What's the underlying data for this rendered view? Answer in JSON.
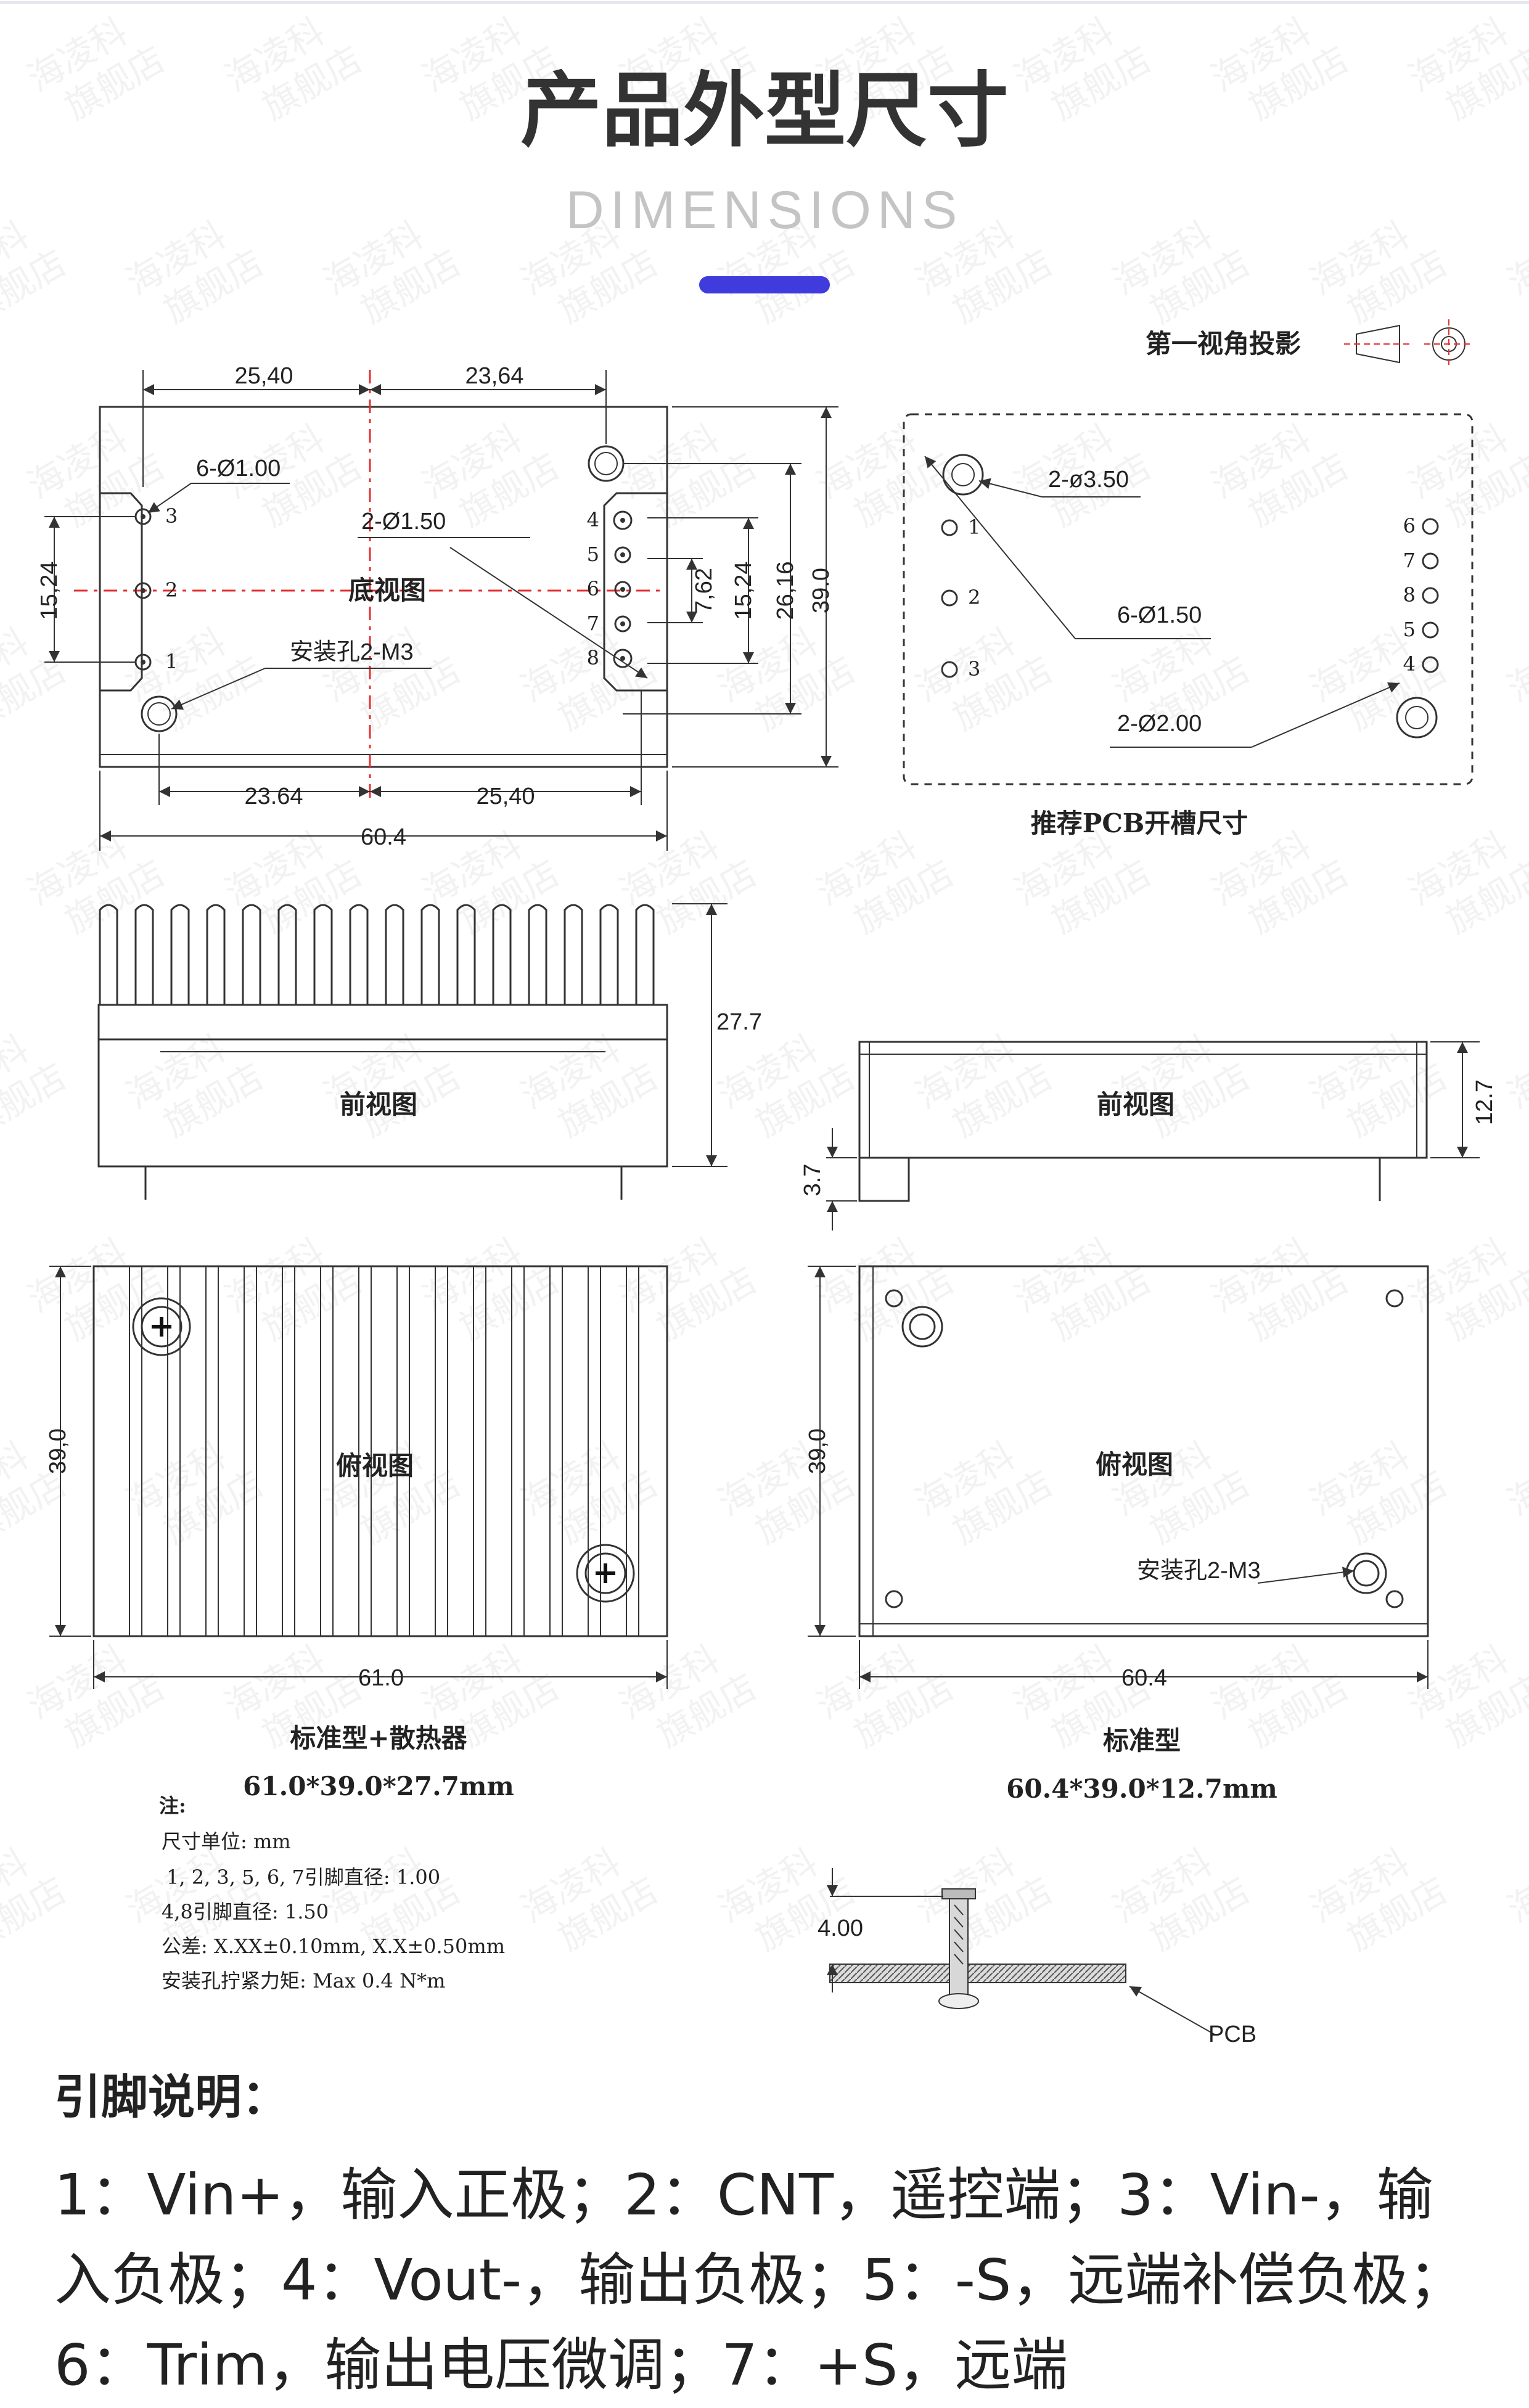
{
  "header": {
    "title": "产品外型尺寸",
    "subtitle": "DIMENSIONS",
    "accent_color": "#3f3bdc"
  },
  "projection": {
    "label": "第一视角投影"
  },
  "bottom_view": {
    "label": "底视图",
    "dims": {
      "top_left": "25,40",
      "top_right": "23,64",
      "bottom_left": "23.64",
      "bottom_right": "25,40",
      "width": "60.4",
      "left_height": "15,24",
      "right_inner": "7,62",
      "right_outer": "15,24",
      "right_26": "26,16",
      "right_39": "39.0"
    },
    "callouts": {
      "pin_dia": "6-Ø1.00",
      "pin_dia2": "2-Ø1.50",
      "mount": "安装孔2-M3"
    },
    "left_pins": [
      "3",
      "2",
      "1"
    ],
    "right_pins": [
      "4",
      "5",
      "6",
      "7",
      "8"
    ]
  },
  "pcb_view": {
    "label": "推荐PCB开槽尺寸",
    "callouts": {
      "a": "2-ø3.50",
      "b": "6-Ø1.50",
      "c": "2-Ø2.00"
    },
    "left_pins": [
      "1",
      "2",
      "3"
    ],
    "right_pins": [
      "6",
      "7",
      "8",
      "5",
      "4"
    ]
  },
  "front_view_heatsink": {
    "label": "前视图",
    "height": "27.7"
  },
  "front_view_std": {
    "label": "前视图",
    "height": "12.7",
    "pin_len": "3.7"
  },
  "top_view_heatsink": {
    "label": "俯视图",
    "width": "61.0",
    "height": "39,0",
    "caption": "标准型+散热器",
    "size": "61.0*39.0*27.7mm"
  },
  "top_view_std": {
    "label": "俯视图",
    "width": "60.4",
    "height": "39,0",
    "mount": "安装孔2-M3",
    "caption": "标准型",
    "size": "60.4*39.0*12.7mm"
  },
  "notes": {
    "title": "注:",
    "lines": [
      "尺寸单位: mm",
      "1, 2, 3, 5, 6, 7引脚直径: 1.00",
      "4,8引脚直径: 1.50",
      "公差: X.XX±0.10mm,  X.X±0.50mm",
      "安装孔拧紧力矩: Max 0.4 N*m"
    ]
  },
  "pcb_detail": {
    "dim": "4.00",
    "label": "PCB"
  },
  "watermark": {
    "line1": "海凌科",
    "line2": "旗舰店"
  },
  "pin_desc": {
    "heading": "引脚说明：",
    "text": "1：Vin+，输入正极；2：CNT，遥控端；3：Vin-，输入负极；4：Vout-，输出负极；5：-S，远端补偿负极；6：Trim，输出电压微调；7：+S，远端"
  }
}
